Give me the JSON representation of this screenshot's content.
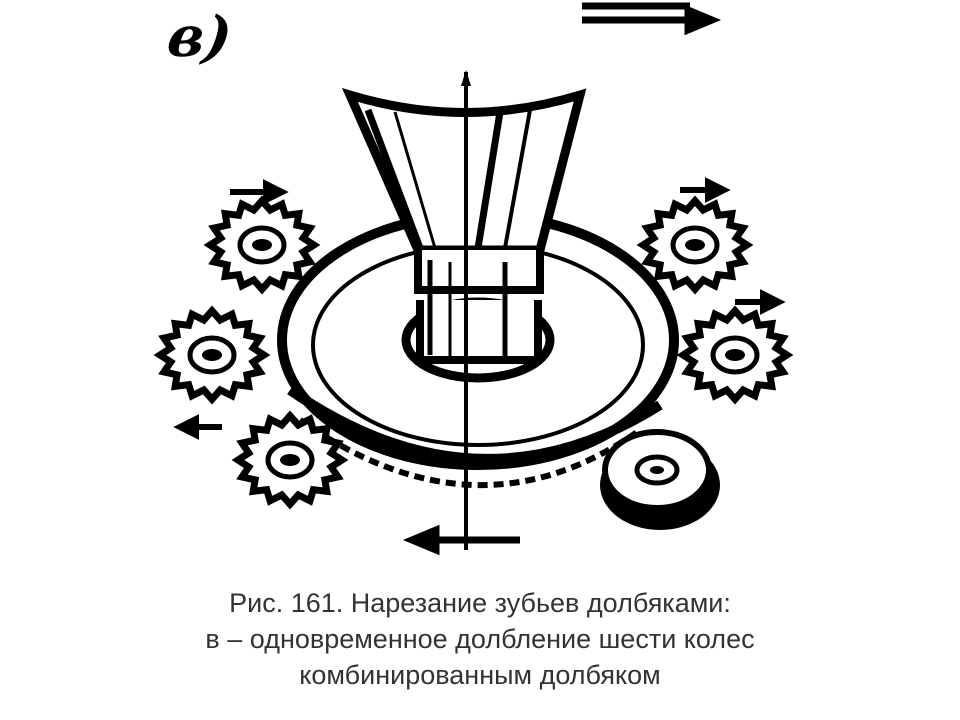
{
  "figure": {
    "label": "в)",
    "gear_count": 6
  },
  "caption": {
    "line1": "Рис. 161. Нарезание зубьев долбяками:",
    "line2": "в – одновременное долбление шести колес",
    "line3": "комбинированным долбяком"
  },
  "colors": {
    "ink": "#000000",
    "paper": "#ffffff",
    "caption_text": "#333333"
  }
}
